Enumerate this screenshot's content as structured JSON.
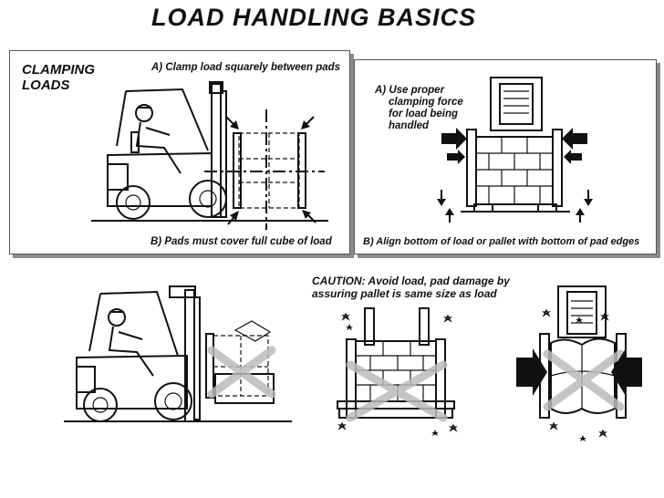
{
  "title": "LOAD HANDLING BASICS",
  "section_label": [
    "CLAMPING",
    "LOADS"
  ],
  "panel_left": {
    "caption_top": "A) Clamp load squarely between pads",
    "caption_bottom": "B) Pads must cover full cube of load"
  },
  "panel_right": {
    "caption_top": [
      "A) Use proper",
      "clamping force",
      "for load being",
      "handled"
    ],
    "caption_bottom": "B) Align bottom of load or pallet with bottom of pad edges"
  },
  "caution": [
    "CAUTION: Avoid load, pad damage by",
    "assuring pallet is same size as load"
  ]
}
